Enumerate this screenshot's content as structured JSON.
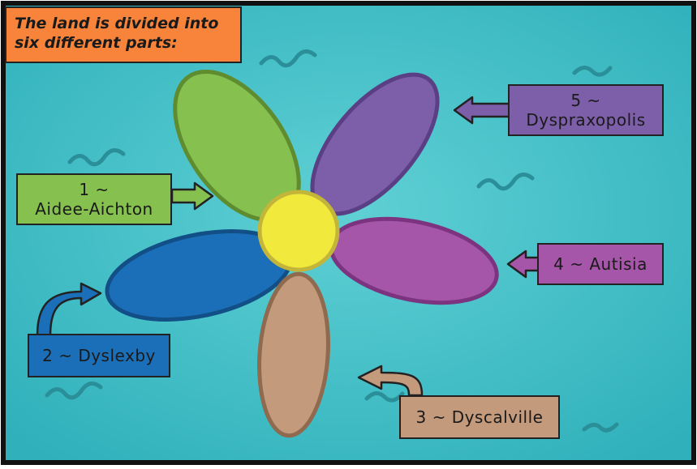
{
  "caption": {
    "line1": "The land is divided into",
    "line2": "six different parts:"
  },
  "regions": [
    {
      "number": "1",
      "line1": "1 ~",
      "line2": "Aidee-Aichton",
      "color": "#86c04f"
    },
    {
      "number": "2",
      "text": "2 ~ Dyslexby",
      "color": "#1b6fb8"
    },
    {
      "number": "3",
      "text": "3 ~ Dyscalville",
      "color": "#c49a7c"
    },
    {
      "number": "4",
      "text": "4 ~ Autisia",
      "color": "#a656a8"
    },
    {
      "number": "5",
      "line1": "5 ~",
      "line2": "Dyspraxopolis",
      "color": "#7d5ea8"
    }
  ],
  "colors": {
    "sea": "#46c0c7",
    "center": "#f1ea3c",
    "caption_bg": "#f7843a",
    "border": "#111111"
  },
  "icons": [
    "flower-map",
    "arrow-icon",
    "wave-mark"
  ]
}
